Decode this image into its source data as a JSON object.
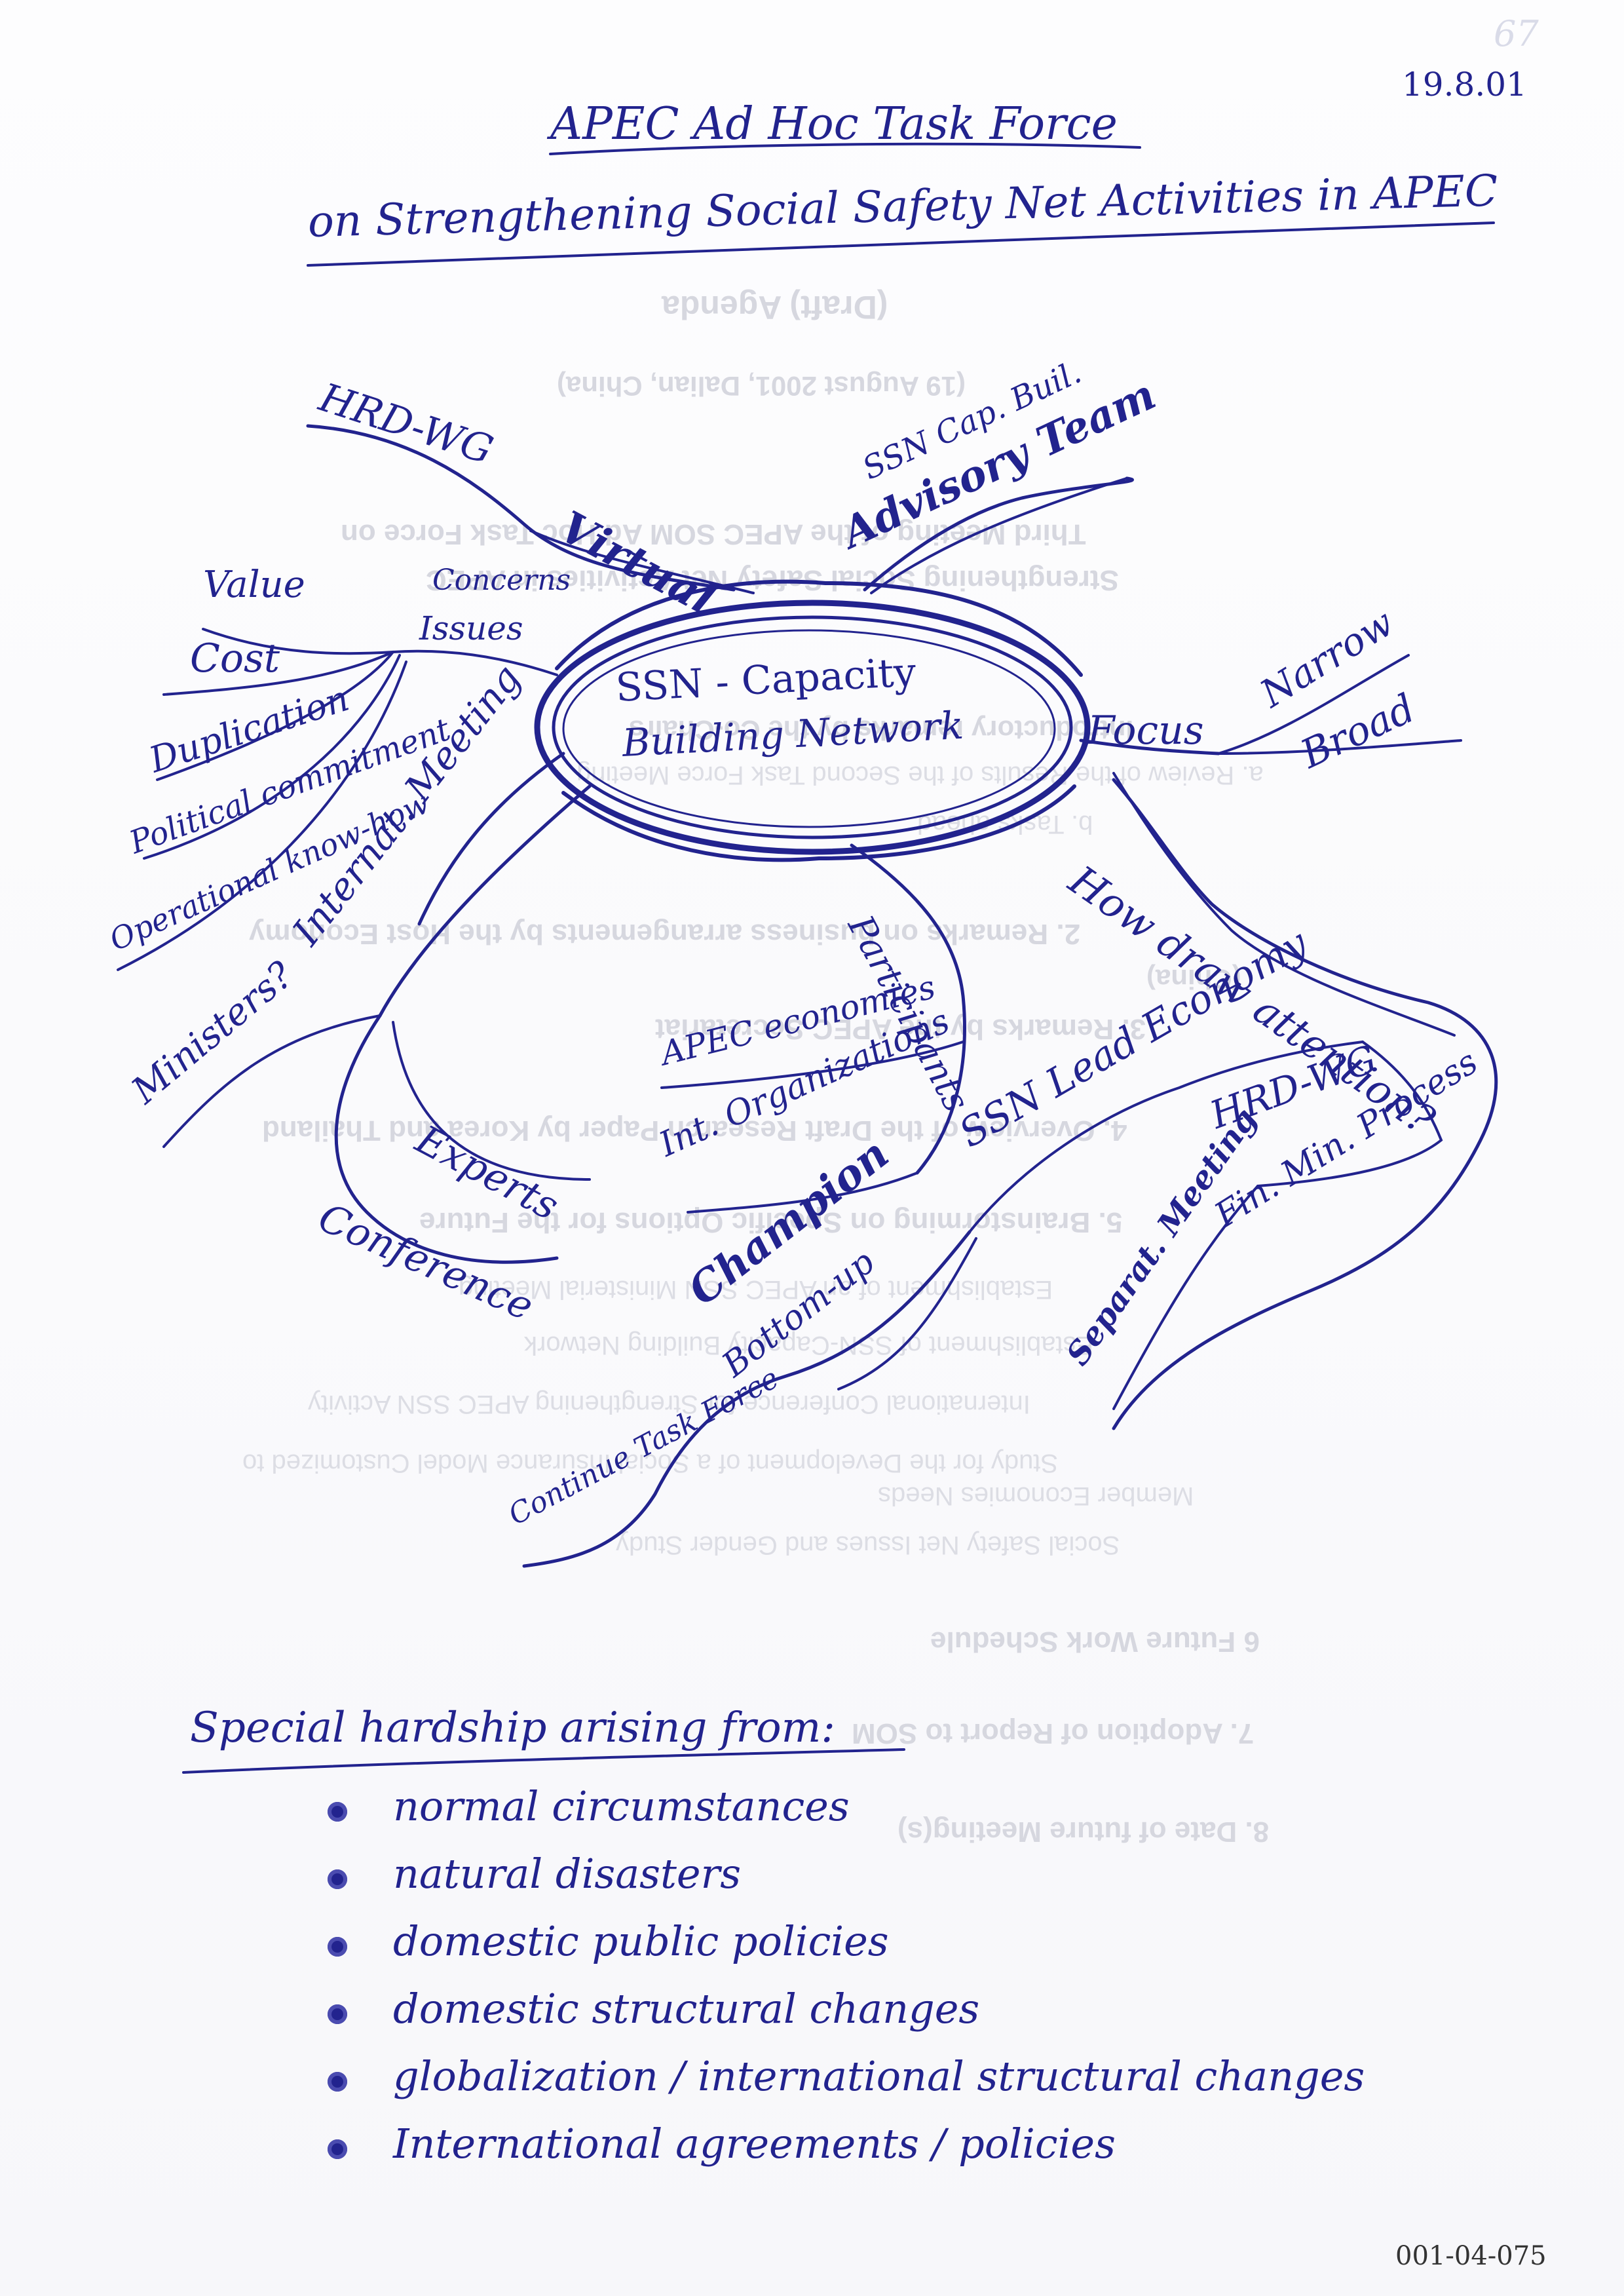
{
  "date": "19.8.01",
  "corner_mark": "67",
  "title_line1": "APEC Ad Hoc Task Force",
  "title_line2": "on Strengthening Social Safety Net Activities in APEC",
  "center_node": {
    "line1": "SSN - Capacity",
    "line2": "Building Network"
  },
  "branches": {
    "hrd_wg_top": "HRD-WG",
    "virtual": "Virtual",
    "advisory_team": "Advisory Team",
    "ssn_cap_buil": "SSN Cap. Buil.",
    "value": "Value",
    "cost": "Cost",
    "concerns": "Concerns",
    "issues": "Issues",
    "duplication": "Duplication",
    "political_commitment": "Political commitment",
    "operational_know_how": "Operational know-how",
    "focus": "Focus",
    "narrow": "Narrow",
    "broad": "Broad",
    "how_draw_attention": "How draw attention?",
    "internat_meeting": "Internat. Meeting",
    "ministers": "Ministers?",
    "experts": "Experts",
    "conference": "Conference",
    "participants": "Participants",
    "apec_economies": "APEC economies",
    "int_organizations": "Int. Organizations",
    "ssn_lead_economy": "SSN Lead Economy",
    "hrd_wg_right": "HRD-WG",
    "fin_min_process": "Fin. Min. Process",
    "champion": "Champion",
    "bottom_up": "Bottom-up",
    "separat_meeting": "Separat. Meeting",
    "continue_task_force": "Continue Task Force"
  },
  "hardship": {
    "heading": "Special hardship arising from:",
    "items": [
      "normal circumstances",
      "natural disasters",
      "domestic public policies",
      "domestic structural changes",
      "globalization / international structural changes",
      "International agreements / policies"
    ]
  },
  "doc_number": "001-04-075",
  "show_through": {
    "heading": "(Draft) Agenda",
    "date_place": "(19 August 2001, Dalian, China)",
    "item_third_meeting": "Third Meeting of the APEC SOM Ad Hoc Task Force on",
    "item_third_meeting_2": "Strengthening Social Safety Net Activities in APEC",
    "item1": "Introductory remarks by the Co-Chairs",
    "item1a": "a. Review of the Results of the Second Task Force Meeting",
    "item1b": "b. Tasks ahead",
    "item2": "2. Remarks on business arrangements by the Host Economy",
    "item2b": "(China)",
    "item3": "3. Remarks by the APEC Secretariat",
    "item4": "4. Overview of the Draft Research Paper by Korea and Thailand",
    "item5": "5. Brainstorming on Specific Options for the Future",
    "item5_b1": "Establishment of an APEC SSN Ministerial Meeting",
    "item5_b2": "Establishment of SSN-Capacity Building Network",
    "item5_b3": "International Conference for Strengthening APEC SSN Activity",
    "item5_b4": "Study for the Development of a Social Insurance Model Customized to",
    "item5_b4b": "Member Economies Needs",
    "item5_b5": "Social Safety Net Issues and Gender Study",
    "item6": "6 Future Work Schedule",
    "item7": "7. Adoption of Report to SOM",
    "item8": "8. Date of future Meeting(s)"
  }
}
